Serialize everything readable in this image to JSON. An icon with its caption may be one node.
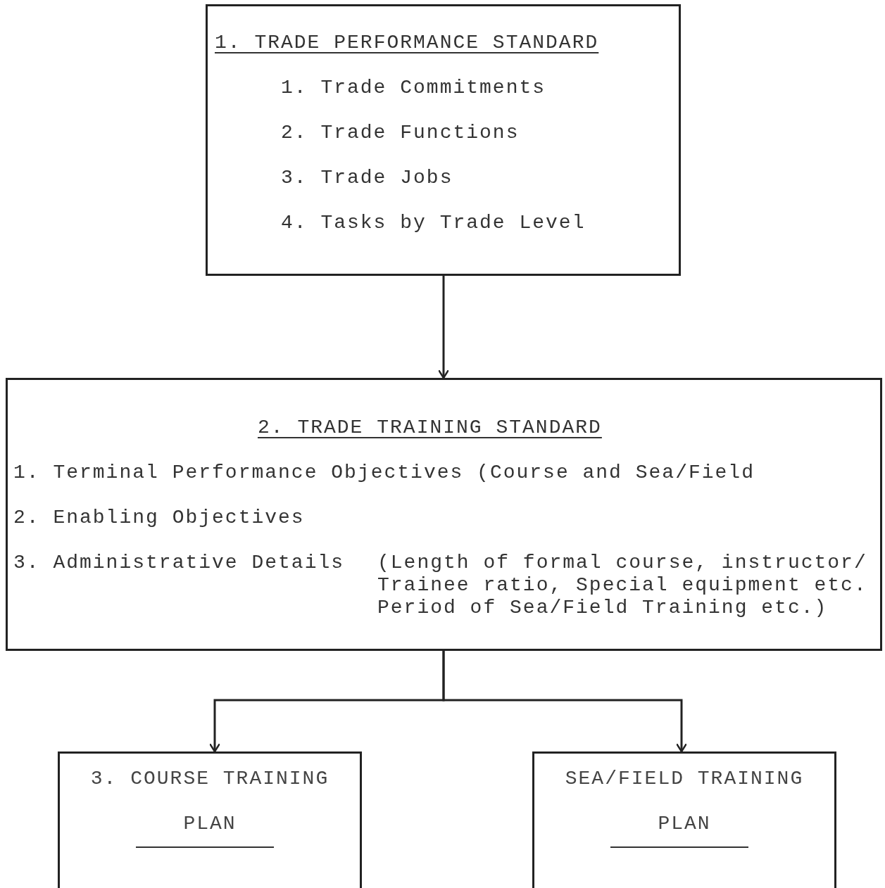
{
  "diagram": {
    "nodes": [
      {
        "text": [
          "1. TRADE PERFORMANCE STANDARD",
          "1. Trade Commitments",
          "2. Trade Functions",
          "3. Trade Jobs",
          "4. Tasks by Trade Level"
        ]
      },
      {
        "text": [
          "2. TRADE TRAINING STANDARD",
          "1. Terminal Performance Objectives (Course and Sea/Field",
          "2. Enabling Objectives",
          "3. Administrative Details",
          "(Length of formal course, instructor/ Trainee ratio, Special equipment etc. Period of Sea/Field Training etc.)"
        ]
      },
      {
        "text": [
          "3. COURSE TRAINING PLAN"
        ]
      },
      {
        "text": [
          "SEA/FIELD TRAINING PLAN"
        ]
      }
    ],
    "edges": [
      {
        "from": 0,
        "to": 1,
        "arrow": "to"
      },
      {
        "from": 1,
        "to": 2,
        "arrow": "to"
      },
      {
        "from": 1,
        "to": 3,
        "arrow": "to"
      }
    ]
  }
}
